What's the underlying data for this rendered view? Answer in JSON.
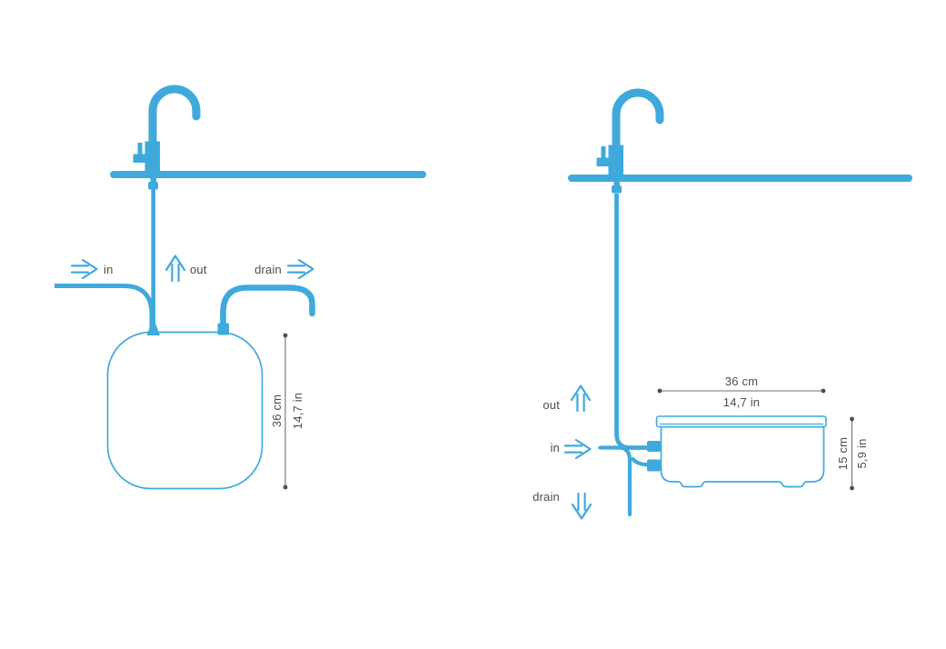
{
  "colors": {
    "tube_blue": "#3FA9DC",
    "dim_text": "#4D4D4F",
    "dim_line": "#6E6E70",
    "background": "#FFFFFF"
  },
  "left_diagram": {
    "labels": {
      "in": "in",
      "out": "out",
      "drain": "drain"
    },
    "height_dimension": {
      "cm": "36 cm",
      "inches": "14,7 in"
    }
  },
  "right_diagram": {
    "labels": {
      "in": "in",
      "out": "out",
      "drain": "drain"
    },
    "width_dimension": {
      "cm": "36 cm",
      "inches": "14,7 in"
    },
    "height_dimension": {
      "cm": "15 cm",
      "inches": "5,9 in"
    }
  },
  "icons": {
    "left_in": "arrow-right-outline",
    "left_out": "arrow-up-outline",
    "left_drain": "arrow-right-outline",
    "right_out": "arrow-up-outline",
    "right_in": "arrow-right-outline",
    "right_drain": "arrow-down-outline"
  }
}
